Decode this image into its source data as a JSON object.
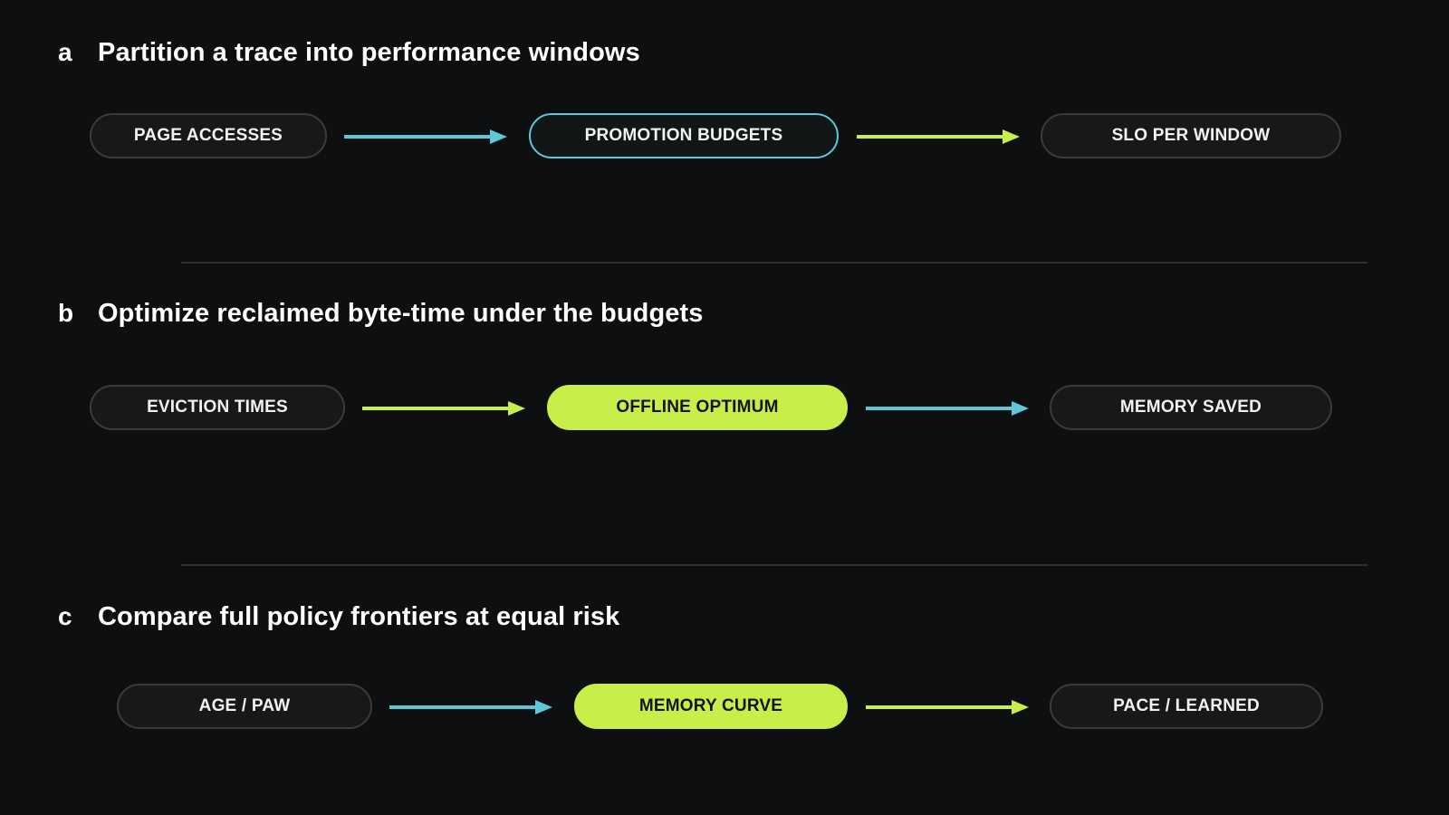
{
  "colors": {
    "background": "#0e0f10",
    "cyan": "#5ec8d8",
    "lime": "#c8ee4a",
    "pill_fill": "#171918",
    "pill_border": "#3a3c3c"
  },
  "sections": [
    {
      "letter": "a",
      "title": "Partition a trace into performance windows",
      "nodes": [
        "PAGE ACCESSES",
        "PROMOTION BUDGETS",
        "SLO PER WINDOW"
      ],
      "arrow_colors": [
        "cyan",
        "lime"
      ]
    },
    {
      "letter": "b",
      "title": "Optimize reclaimed byte-time under the budgets",
      "nodes": [
        "EVICTION TIMES",
        "OFFLINE OPTIMUM",
        "MEMORY SAVED"
      ],
      "arrow_colors": [
        "lime",
        "cyan"
      ]
    },
    {
      "letter": "c",
      "title": "Compare full policy frontiers at equal risk",
      "nodes": [
        "AGE / PAW",
        "MEMORY CURVE",
        "PACE / LEARNED"
      ],
      "arrow_colors": [
        "cyan",
        "lime"
      ]
    }
  ]
}
